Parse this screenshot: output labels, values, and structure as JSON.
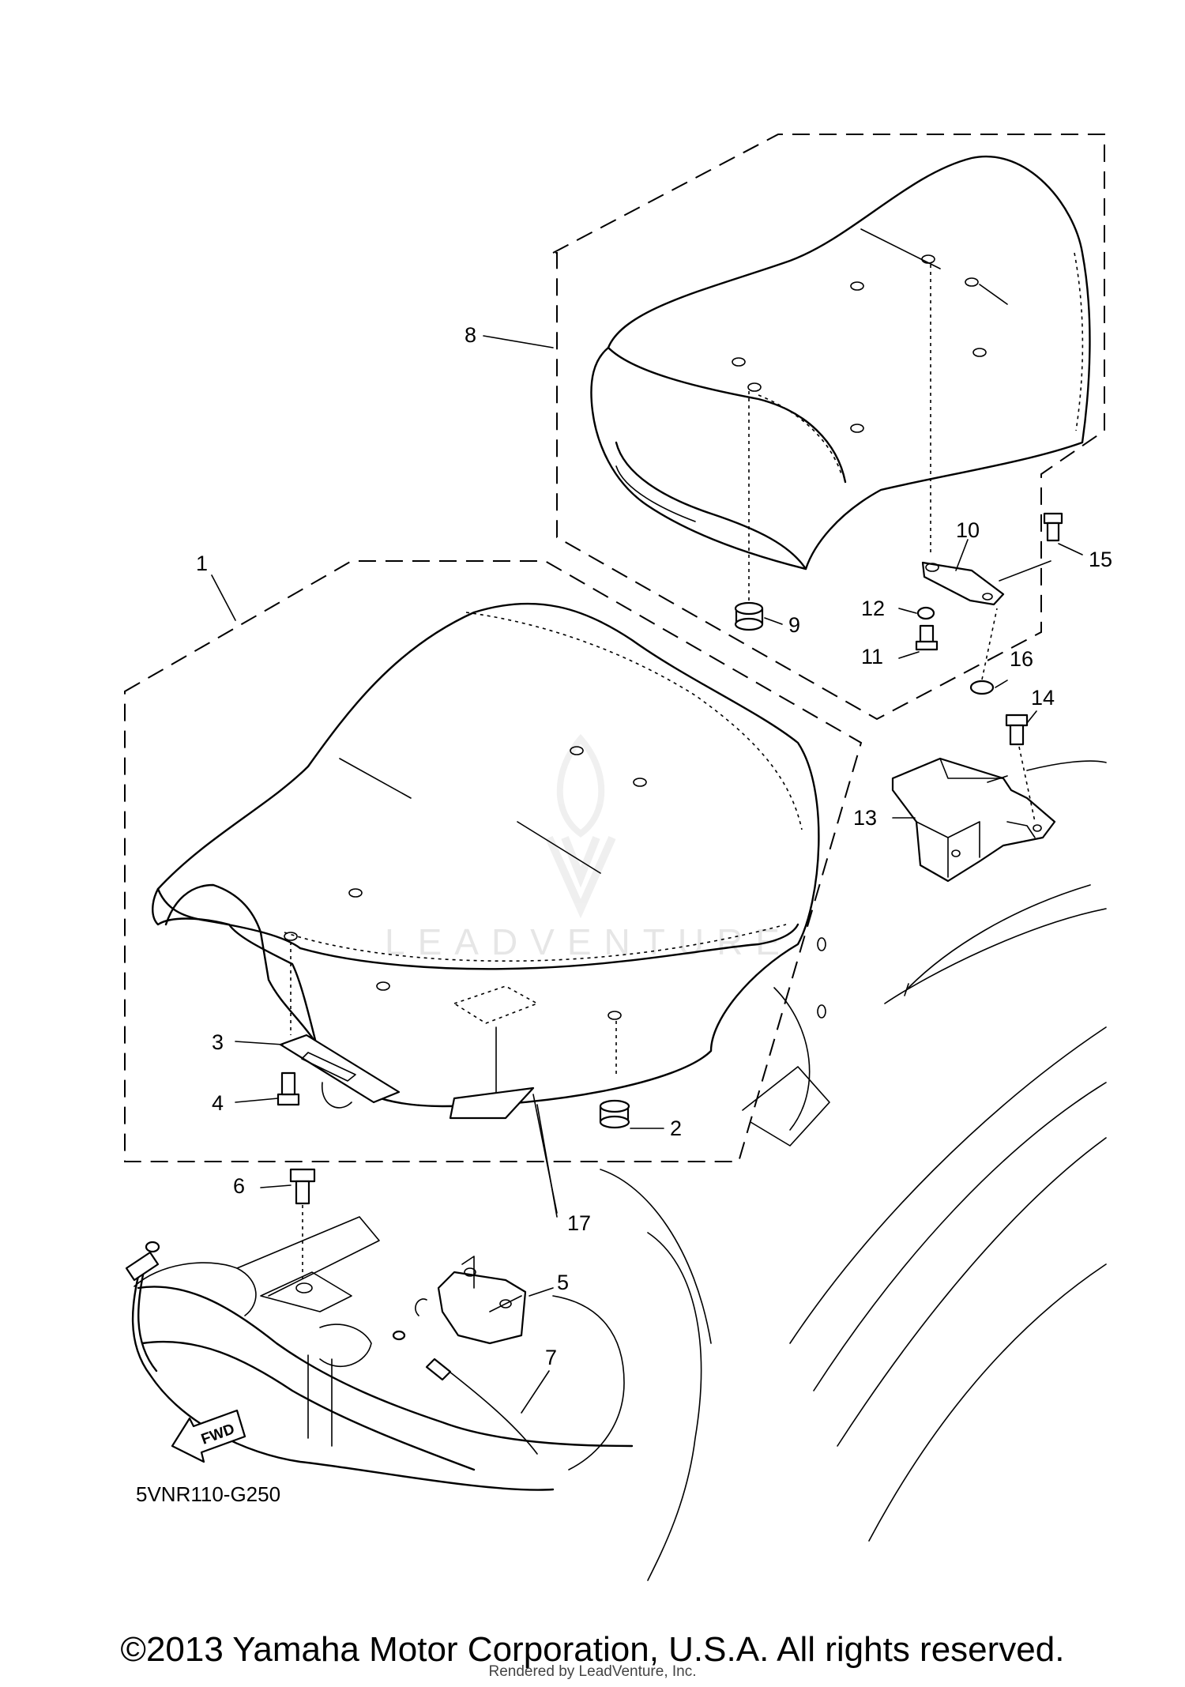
{
  "callouts": [
    {
      "id": "1",
      "label": "1"
    },
    {
      "id": "2",
      "label": "2"
    },
    {
      "id": "3",
      "label": "3"
    },
    {
      "id": "4",
      "label": "4"
    },
    {
      "id": "5",
      "label": "5"
    },
    {
      "id": "6",
      "label": "6"
    },
    {
      "id": "7",
      "label": "7"
    },
    {
      "id": "8",
      "label": "8"
    },
    {
      "id": "9",
      "label": "9"
    },
    {
      "id": "10",
      "label": "10"
    },
    {
      "id": "11",
      "label": "11"
    },
    {
      "id": "12",
      "label": "12"
    },
    {
      "id": "13",
      "label": "13"
    },
    {
      "id": "14",
      "label": "14"
    },
    {
      "id": "15",
      "label": "15"
    },
    {
      "id": "16",
      "label": "16"
    },
    {
      "id": "17",
      "label": "17"
    }
  ],
  "fwd_label": "FWD",
  "diagram_code": "5VNR110-G250",
  "watermark": "LEADVENTURE",
  "copyright": "©2013 Yamaha Motor Corporation, U.S.A. All rights reserved.",
  "rendered_by": "Rendered by LeadVenture, Inc."
}
